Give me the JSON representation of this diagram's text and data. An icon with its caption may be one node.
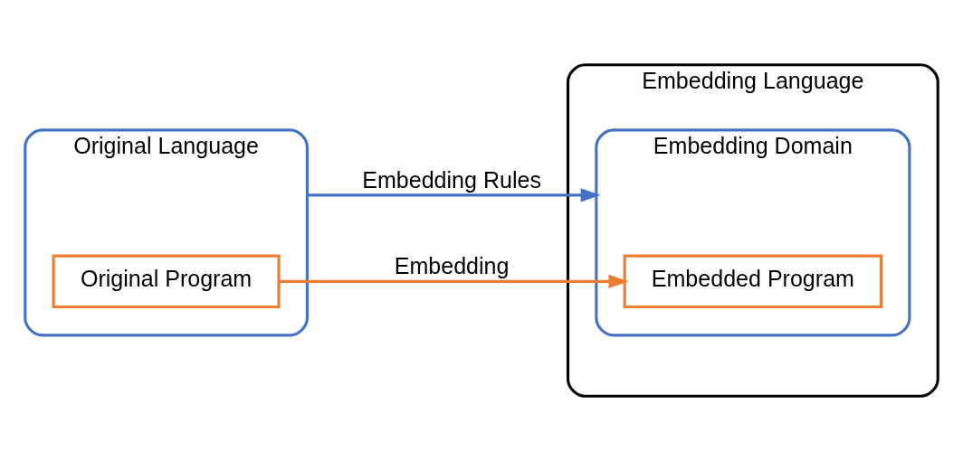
{
  "diagram": {
    "nodes": [
      {
        "text": [
          "Original Language"
        ]
      },
      {
        "text": [
          "Original Program"
        ],
        "in": 0
      },
      {
        "text": [
          "Embedding Language"
        ]
      },
      {
        "text": [
          "Embedding Domain"
        ],
        "in": 2
      },
      {
        "text": [
          "Embedded Program"
        ],
        "in": 3
      }
    ],
    "edges": [
      {
        "from": 0,
        "to": 3,
        "arrow": "to",
        "label": "Embedding Rules",
        "color": "#4472c4"
      },
      {
        "from": 1,
        "to": 4,
        "arrow": "to",
        "label": "Embedding",
        "color": "#ed7d31"
      }
    ]
  }
}
